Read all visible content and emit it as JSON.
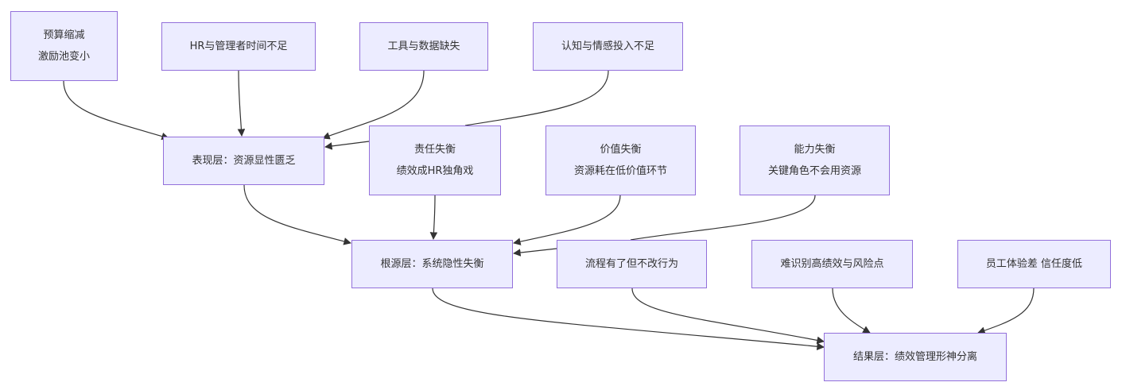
{
  "diagram": {
    "type": "flowchart",
    "node_fill": "#ECECFF",
    "node_border": "#9370DB",
    "edge_color": "#333333",
    "text_color": "#333333",
    "nodes": [
      {
        "id": "n1",
        "lines": [
          "预算缩减",
          "激励池变小"
        ]
      },
      {
        "id": "n2",
        "lines": [
          "HR与管理者时间不足"
        ]
      },
      {
        "id": "n3",
        "lines": [
          "工具与数据缺失"
        ]
      },
      {
        "id": "n4",
        "lines": [
          "认知与情感投入不足"
        ]
      },
      {
        "id": "n5",
        "lines": [
          "表现层：资源显性匮乏"
        ]
      },
      {
        "id": "n6",
        "lines": [
          "责任失衡",
          "绩效成HR独角戏"
        ]
      },
      {
        "id": "n7",
        "lines": [
          "价值失衡",
          "资源耗在低价值环节"
        ]
      },
      {
        "id": "n8",
        "lines": [
          "能力失衡",
          "关键角色不会用资源"
        ]
      },
      {
        "id": "n9",
        "lines": [
          "根源层：系统隐性失衡"
        ]
      },
      {
        "id": "n10",
        "lines": [
          "流程有了但不改行为"
        ]
      },
      {
        "id": "n11",
        "lines": [
          "难识别高绩效与风险点"
        ]
      },
      {
        "id": "n12",
        "lines": [
          "员工体验差 信任度低"
        ]
      },
      {
        "id": "n13",
        "lines": [
          "结果层：绩效管理形神分离"
        ]
      }
    ],
    "edges": [
      {
        "from": "n1",
        "to": "n5"
      },
      {
        "from": "n2",
        "to": "n5"
      },
      {
        "from": "n3",
        "to": "n5"
      },
      {
        "from": "n4",
        "to": "n5"
      },
      {
        "from": "n5",
        "to": "n9"
      },
      {
        "from": "n6",
        "to": "n9"
      },
      {
        "from": "n7",
        "to": "n9"
      },
      {
        "from": "n8",
        "to": "n9"
      },
      {
        "from": "n9",
        "to": "n13"
      },
      {
        "from": "n10",
        "to": "n13"
      },
      {
        "from": "n11",
        "to": "n13"
      },
      {
        "from": "n12",
        "to": "n13"
      }
    ]
  }
}
